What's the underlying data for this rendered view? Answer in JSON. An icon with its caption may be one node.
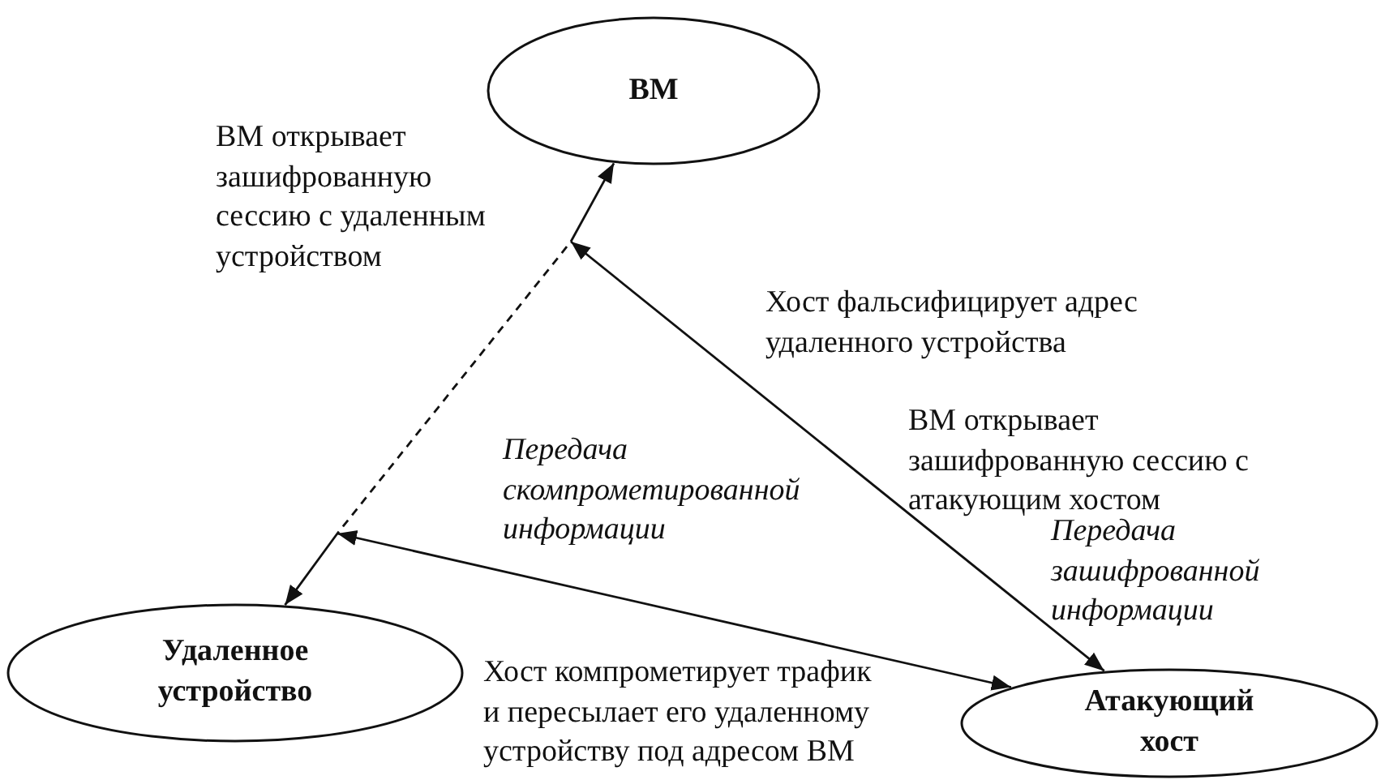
{
  "diagram": {
    "nodes": [
      {
        "text": [
          "ВМ"
        ]
      },
      {
        "text": [
          "Удаленное устройство"
        ]
      },
      {
        "text": [
          "Атакующий хост"
        ]
      }
    ],
    "edges": [
      {
        "from": 0,
        "to": 1,
        "arrow": "both",
        "style": "dashed"
      },
      {
        "from": null,
        "to": 2,
        "arrow": "both"
      },
      {
        "from": null,
        "to": 2,
        "arrow": "both"
      }
    ],
    "labels": [
      "ВМ открывает зашифрованную сессию с удаленным устройством",
      "Хост фальсифицирует адрес удаленного устройства",
      "ВМ открывает зашифрованную сессию с атакующим хостом",
      "Передача скомпрометированной информации",
      "Передача зашифрованной информации",
      "Хост компрометирует трафик и пересылает его удаленному устройству под адресом ВМ"
    ]
  }
}
